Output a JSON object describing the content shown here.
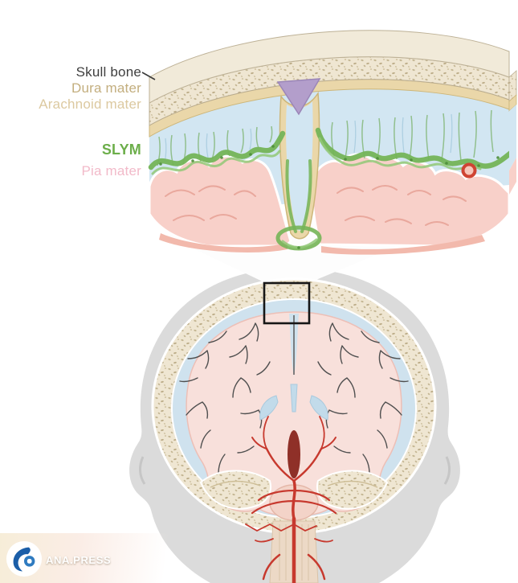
{
  "figure": {
    "name": "Brain meninges layers diagram with coronal head section",
    "inset_labels": {
      "skull_bone": "Skull bone",
      "dura_mater": "Dura mater",
      "arachnoid_mater": "Arachnoid mater",
      "slym": "SLYM",
      "pia_mater": "Pia mater"
    },
    "label_colors": {
      "skull_bone": "#3f3f3f",
      "dura_mater": "#c3ae7e",
      "arachnoid_mater": "#dcc9a0",
      "slym": "#6cae4a",
      "pia_mater": "#f2bac9"
    },
    "palette": {
      "skull_fill": "#efe6d2",
      "dura_fill": "#ead7a9",
      "csf_blue": "#d2e6f2",
      "slym_green": "#74b457",
      "pia_pink": "#f8d0c9",
      "sinus_purple": "#b39ecb",
      "artery_red": "#c7392e",
      "head_gray": "#dbdbdb"
    }
  },
  "watermark": {
    "brand": "ANA.PRESS"
  }
}
